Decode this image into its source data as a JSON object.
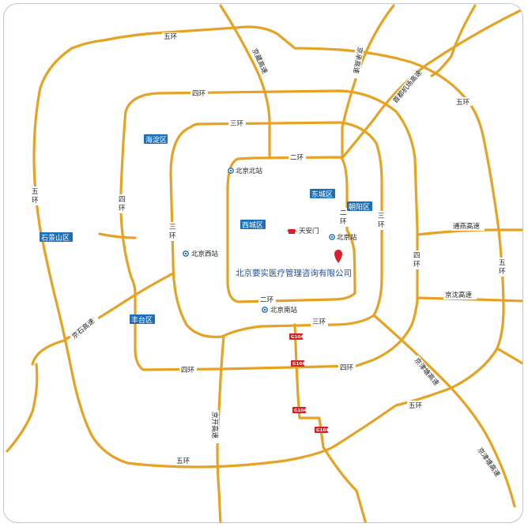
{
  "map": {
    "colors": {
      "road": "#e6a323",
      "district_bg": "#1d6fb8",
      "district_text": "#ffffff",
      "pin": "#d9202a",
      "tiananmen": "#d9202a",
      "g104": "#d92027",
      "station": "#1d6fb8",
      "company_text": "#1d4f9e"
    },
    "ring_labels": {
      "ring5_top": "五环",
      "ring5_left": "五环",
      "ring5_right_top": "五环",
      "ring5_right": "五环",
      "ring5_bottom": "五环",
      "ring5_se": "五环",
      "ring4_top": "四环",
      "ring4_left": "四环",
      "ring4_right": "四环",
      "ring4_bottom": "四环",
      "ring4_bottom_left": "四环",
      "ring3_top": "三环",
      "ring3_left": "三环",
      "ring3_right": "三环",
      "ring3_bottom": "三环",
      "ring2_top": "二环",
      "ring2_right": "二环",
      "ring2_bottom": "二环"
    },
    "highways": {
      "jingzang": "京藏高速",
      "jingcheng": "京承高速",
      "airport": "首都机场高速",
      "tongyan": "通燕高速",
      "jingshen": "京沈高速",
      "jinghu": "京津塘高速",
      "jinghu2": "京津塘高速",
      "jingkai": "京开高速",
      "jingshi": "京石高速"
    },
    "districts": {
      "haidian": "海淀区",
      "shijingshan": "石景山区",
      "dongcheng": "东城区",
      "chaoyang": "朝阳区",
      "xicheng": "西城区",
      "fengtai": "丰台区"
    },
    "stations": {
      "north": "北京北站",
      "west": "北京西站",
      "main": "北京站",
      "south": "北京南站"
    },
    "landmark": "天安门",
    "company": "北京要实医疗管理咨询有限公司",
    "g104": [
      "G104",
      "G104",
      "G104",
      "G104"
    ]
  }
}
